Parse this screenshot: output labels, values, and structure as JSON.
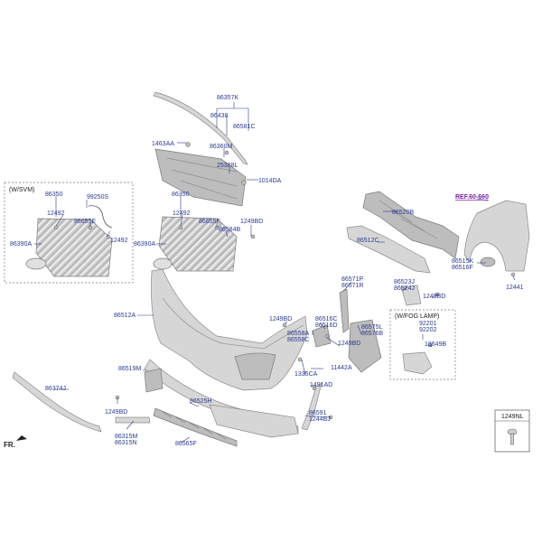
{
  "labels": {
    "p86357K": "86357K",
    "p86438": "86438",
    "p86581C": "86581C",
    "p1463AA": "1463AA",
    "p86360M": "86360M",
    "p25388L": "25388L",
    "p1014DA": "1014DA",
    "wsvm": "(W/SVM)",
    "p86350a": "86350",
    "p99250S": "99250S",
    "p12492a": "12492",
    "p86655Ea": "86655E",
    "p12492b": "12492",
    "p86390Aa": "86390A",
    "p86350b": "86350",
    "p12492c": "12492",
    "p86655Eb": "86655E",
    "p1249BDa": "1249BD",
    "p86584B": "86584B",
    "p86390Ab": "86390A",
    "ref": "REF.60-660",
    "p86520B": "86520B",
    "p86512C": "86512C",
    "p86515K": "86515K",
    "p86516F": "86516F",
    "p12441": "12441",
    "p86571P": "86571P",
    "p86571R": "86571R",
    "p86523J": "86523J",
    "p86524J": "86524J",
    "p1249BDb": "1249BD",
    "p86512A": "86512A",
    "p1249BDc": "1249BD",
    "p86516C": "86516C",
    "p86516D": "86516D",
    "wfog": "(W/FOG LAMP)",
    "p92201": "92201",
    "p92202": "92202",
    "p86558A": "86558A",
    "p86558C": "86558C",
    "p86575L": "86575L",
    "p86576B": "86576B",
    "p1249BDd": "1249BD",
    "p18649B": "18649B",
    "p11442A": "11442A",
    "p1335CA": "1335CA",
    "p86519M": "86519M",
    "p86374J": "86374J",
    "p1491AD": "1491AD",
    "p86525H": "86525H",
    "p1249BDe": "1249BD",
    "p86591": "86591",
    "p1244BJ": "1244BJ",
    "p86315M": "86315M",
    "p86315N": "86315N",
    "p86565F": "86565F",
    "p1249NL": "1249NL",
    "fr": "FR."
  }
}
